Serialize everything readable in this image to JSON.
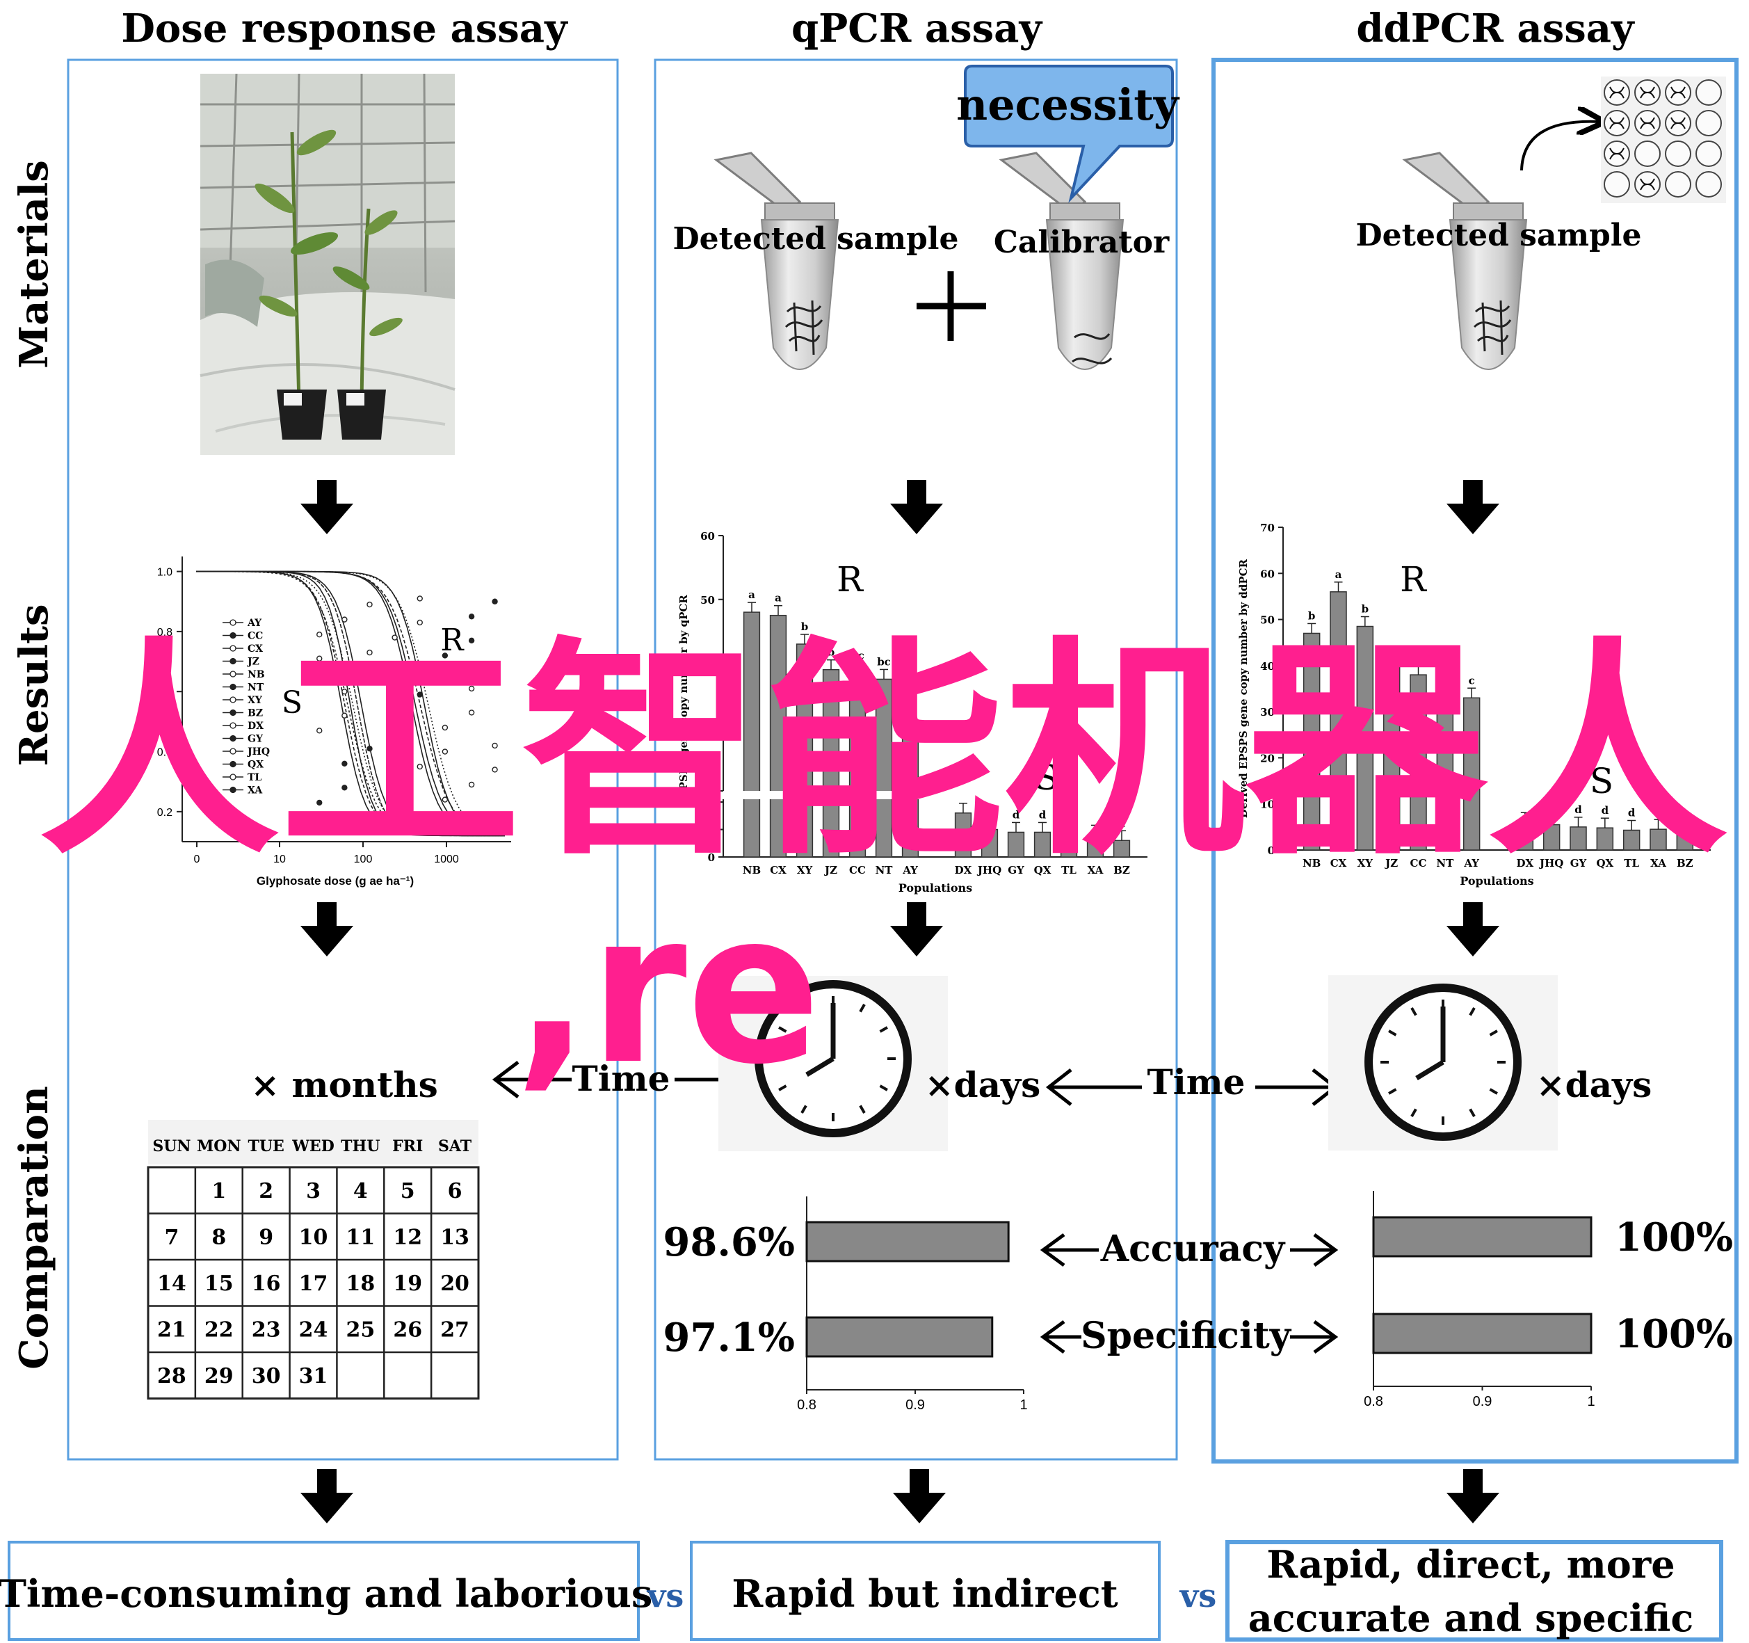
{
  "columns": [
    {
      "title": "Dose response assay"
    },
    {
      "title": "qPCR assay"
    },
    {
      "title": "ddPCR assay"
    }
  ],
  "row_labels": [
    "Materials",
    "Results",
    "Comparation"
  ],
  "materials": {
    "qpcr_sample_label": "Detected sample",
    "calibrator_label": "Calibrator",
    "necessity_callout": "necessity",
    "ddpcr_sample_label": "Detected sample"
  },
  "dose_chart": {
    "y_ticks": [
      "1.0",
      "0.8",
      "0.6",
      "0.4",
      "0.2"
    ],
    "x_ticks": [
      "0",
      "10",
      "100",
      "1000"
    ],
    "xlabel": "Glyphosate dose (g ae ha⁻¹)",
    "ylabel": "Fr",
    "label_S": "S",
    "label_R": "R",
    "legend": [
      "AY",
      "CC",
      "CX",
      "JZ",
      "NB",
      "NT",
      "XY",
      "BZ",
      "DX",
      "GY",
      "JHQ",
      "QX",
      "TL",
      "XA"
    ]
  },
  "chart_data": [
    {
      "type": "bar",
      "ylabel": "EPSPS gene copy number by qPCR",
      "xlabel": "Populations",
      "categories": [
        "NB",
        "CX",
        "XY",
        "JZ",
        "CC",
        "NT",
        "AY",
        "DX",
        "JHQ",
        "GY",
        "QX",
        "TL",
        "XA",
        "BZ"
      ],
      "values": [
        48,
        47.5,
        43,
        39,
        38.5,
        37.5,
        29,
        1.6,
        1.0,
        0.9,
        0.9,
        0.8,
        0.8,
        0.6
      ],
      "letters": [
        "a",
        "a",
        "b",
        "b",
        "bc",
        "bc",
        "",
        "e",
        "d",
        "d",
        "d",
        "d",
        "",
        "d"
      ],
      "y_ticks_upper": [
        "60",
        "50",
        "40",
        "30",
        "20"
      ],
      "y_ticks_lower": [
        "2",
        "1",
        "0"
      ],
      "label_R": "R",
      "label_S": "S"
    },
    {
      "type": "bar",
      "ylabel": "Derived EPSPS gene copy number by ddPCR",
      "xlabel": "Populations",
      "categories": [
        "NB",
        "CX",
        "XY",
        "JZ",
        "CC",
        "NT",
        "AY",
        "DX",
        "JHQ",
        "GY",
        "QX",
        "TL",
        "XA",
        "BZ"
      ],
      "values": [
        47,
        56,
        48.5,
        41,
        38,
        35,
        33,
        6,
        5.5,
        5,
        4.8,
        4.3,
        4.5,
        4.2
      ],
      "letters": [
        "b",
        "a",
        "b",
        "",
        "c",
        "",
        "c",
        "",
        "d",
        "d",
        "d",
        "d",
        "",
        ""
      ],
      "y_ticks": [
        "70",
        "60",
        "50",
        "40",
        "30",
        "20",
        "10",
        "0"
      ],
      "label_R": "R",
      "label_S": "S"
    },
    {
      "type": "bar",
      "orientation": "horizontal",
      "categories": [
        "Accuracy",
        "Specificity"
      ],
      "values": [
        0.986,
        0.971
      ],
      "value_labels": [
        "98.6%",
        "97.1%"
      ],
      "x_ticks": [
        "0.8",
        "0.9",
        "1"
      ],
      "xlim": [
        0.8,
        1.0
      ]
    },
    {
      "type": "bar",
      "orientation": "horizontal",
      "categories": [
        "Accuracy",
        "Specificity"
      ],
      "values": [
        1.0,
        1.0
      ],
      "value_labels": [
        "100%",
        "100%"
      ],
      "x_ticks": [
        "0.8",
        "0.9",
        "1"
      ],
      "xlim": [
        0.8,
        1.0
      ]
    }
  ],
  "comparison": {
    "months_label": "× months",
    "days_label_1": "×days",
    "days_label_2": "×days",
    "time_label_1": "Time",
    "time_label_2": "Time",
    "accuracy_label": "Accuracy",
    "specificity_label": "Specificity"
  },
  "calendar": {
    "days": [
      "SUN",
      "MON",
      "TUE",
      "WED",
      "THU",
      "FRI",
      "SAT"
    ],
    "cells": [
      "",
      "1",
      "2",
      "3",
      "4",
      "5",
      "6",
      "7",
      "8",
      "9",
      "10",
      "11",
      "12",
      "13",
      "14",
      "15",
      "16",
      "17",
      "18",
      "19",
      "20",
      "21",
      "22",
      "23",
      "24",
      "25",
      "26",
      "27",
      "28",
      "29",
      "30",
      "31",
      "",
      "",
      ""
    ]
  },
  "conclusions": {
    "dose": "Time-consuming and laborious",
    "vs1": "vs",
    "qpcr": "Rapid but indirect",
    "vs2": "vs",
    "ddpcr_line1": "Rapid, direct, more",
    "ddpcr_line2": "accurate and specific"
  },
  "watermark": {
    "line1": "人工智能机器人",
    "line2": ",re"
  },
  "colors": {
    "panel_border": "#5aa0e0",
    "callout_fill": "#7eb6ec",
    "bar_fill": "#888888",
    "watermark": "#ff1f8f",
    "vs_text": "#2a5fa8"
  }
}
